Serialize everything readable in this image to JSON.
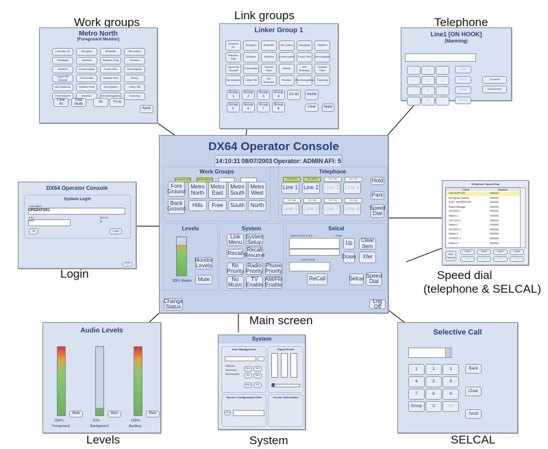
{
  "captions": {
    "work_groups": "Work groups",
    "link_groups": "Link groups",
    "telephone": "Telephone",
    "login": "Login",
    "speed_dial": "Speed dial",
    "speed_dial_sub": "(telephone & SELCAL)",
    "main_screen": "Main screen",
    "levels": "Levels",
    "system": "System",
    "selcal": "SELCAL"
  },
  "workgroups_panel": {
    "title": "Metro North",
    "subtitle": "[Foreground Monitor]",
    "buttons": [
      "Lawnton 35",
      "Morgans",
      "Redcliffe",
      "Nth Lakes",
      "Sandgate",
      "Stafford",
      "Bracken Rdg",
      "Windsor",
      "Ashfield",
      "Indooroopilly",
      "Ferny Hills",
      "Morningside",
      "Upper Mt Gravatt",
      "Rochedale",
      "Victoria Park",
      "Manly",
      "Nth Brisbane",
      "Holland Park",
      "Sunnybank",
      "Camp Hill",
      "Sth Brisbane",
      "Herston",
      "Woolloongabba",
      "Toowong"
    ],
    "clear": "Clear All",
    "dual": "Dual Mode",
    "key": "Xfr",
    "apply": "Apply"
  },
  "linkgroups_panel": {
    "title": "Linker Group 1",
    "groups": [
      "Group 1",
      "Group 2",
      "Group 3",
      "Group 4",
      "Group 5",
      "Group 6",
      "Group 7",
      "Group 8"
    ],
    "clear": "Clear",
    "apply": "Apply"
  },
  "telephone_panel": {
    "title": "Line1 [ON HOOK]",
    "subtitle": "(Manning)",
    "keys": [
      "1",
      "2",
      "3",
      "4",
      "5",
      "6",
      "7",
      "8",
      "9",
      "*",
      "0",
      "#"
    ],
    "side": [
      "Dial",
      "Flash",
      "Clear",
      "Redial"
    ],
    "right": [
      "Connect",
      "Disconnect"
    ]
  },
  "login_panel": {
    "title": "DX64 Operator Console",
    "box_title": "System Login",
    "username_label": "Username:",
    "username": "OPERATOR1",
    "pin_label": "PIN:",
    "pin": "****",
    "afi_label": "AFI ID:",
    "afi": "5",
    "ok": "Ok",
    "login": "Login",
    "exit": "Exit"
  },
  "speeddial_panel": {
    "title": "Telephone Speed Dial",
    "col_client": "Client",
    "col_number": "Number",
    "rows": [
      "CAD SUPPORT",
      "Emergency Number",
      "SHIFT SUPERVISOR",
      "Station Manager",
      "OFFICER 1",
      "Station 1",
      "OFFICER 2",
      "Station 2",
      "OFFICER 3",
      "Station 3",
      "OFFICER 4",
      "Station 4"
    ],
    "buttons": [
      "Line1",
      "Line2",
      "Line3",
      "Line4",
      "Line5",
      "Line6",
      "Line7",
      "Line8"
    ],
    "side": "Dial Speed"
  },
  "main": {
    "title": "DX64 Operator Console",
    "time": "14:10:31",
    "date": "08/07/2003",
    "operator": "Operator: ADMIN",
    "afi": "AFI: 5",
    "work_groups": {
      "title": "Work Groups",
      "tags": [
        "FOREGROUND",
        "BACKGROUND"
      ],
      "fore": "Fore Ground",
      "back": "Back Ground",
      "groups": [
        "Metro North",
        "Metro East",
        "Metro South",
        "Metro West",
        "Hills",
        "Free",
        "South",
        "North"
      ]
    },
    "telephone": {
      "title": "Telephone",
      "tags": [
        "OFF HOOK",
        "OFF HOOK",
        "NO LINE",
        "NO LINE"
      ],
      "lines": [
        "Line 1",
        "Line 2",
        "Line 3",
        "Line 4",
        "Line 5",
        "Line 6",
        "Line 7",
        "Line 8"
      ],
      "hold": "Hold",
      "park": "Park",
      "speed_dial": "Speed Dial"
    },
    "levels": {
      "title": "Levels",
      "master_label": "80Pc Master",
      "master_level": 0.8,
      "monitor": "Monitor Levels",
      "mute": "Mute"
    },
    "system": {
      "title": "System",
      "buttons": [
        "Link Menu",
        "System Setup",
        "Recall",
        "Recall Resume",
        "No Priority",
        "Radio Priority",
        "Phone Priority",
        "No Music",
        "TV Enable",
        "AM/FM Enable"
      ]
    },
    "selcal": {
      "title": "Selcal",
      "queue_label": "Queue Item 0 of 0",
      "clear_label": "Clear",
      "last_label": "Last Selcal",
      "up": "Up",
      "down": "Down",
      "clear_item": "Clear Item",
      "xfer": "Xfer",
      "recall": "ReCall",
      "selcal": "Selcal",
      "speed_dial": "Speed Dial"
    },
    "change_status": "Change Status",
    "log_off": "Log Off"
  },
  "levels_panel": {
    "title": "Audio Levels",
    "mute": "Mute",
    "channels": [
      {
        "label": "100Pc",
        "name": "Foreground",
        "level": 1.0
      },
      {
        "label": "11Pc",
        "name": "Background",
        "level": 0.11
      },
      {
        "label": "100Pc",
        "name": "Auxiliary",
        "level": 1.0
      }
    ]
  },
  "system_panel": {
    "title": "System",
    "user_mgmt": "User Management",
    "rapid_recall": "Rapid Recall",
    "config": "System Configuration Data",
    "version": "Version Information",
    "operators": [
      "Operator",
      "Supervisor",
      "Administrator"
    ],
    "buttons": [
      "Clear",
      "Add",
      "Del",
      "Save",
      "Query",
      "Get"
    ]
  },
  "selcal_panel": {
    "title": "Selective Call",
    "keys": [
      "1",
      "2",
      "3",
      "4",
      "5",
      "6",
      "7",
      "8",
      "9",
      "Group",
      "0",
      "All"
    ],
    "side": [
      "Back",
      "Clear",
      "Send"
    ]
  },
  "colors": {
    "panel": "#d9e2f1",
    "title": "#2b3f7a",
    "green_tag": "#c9e26b"
  }
}
